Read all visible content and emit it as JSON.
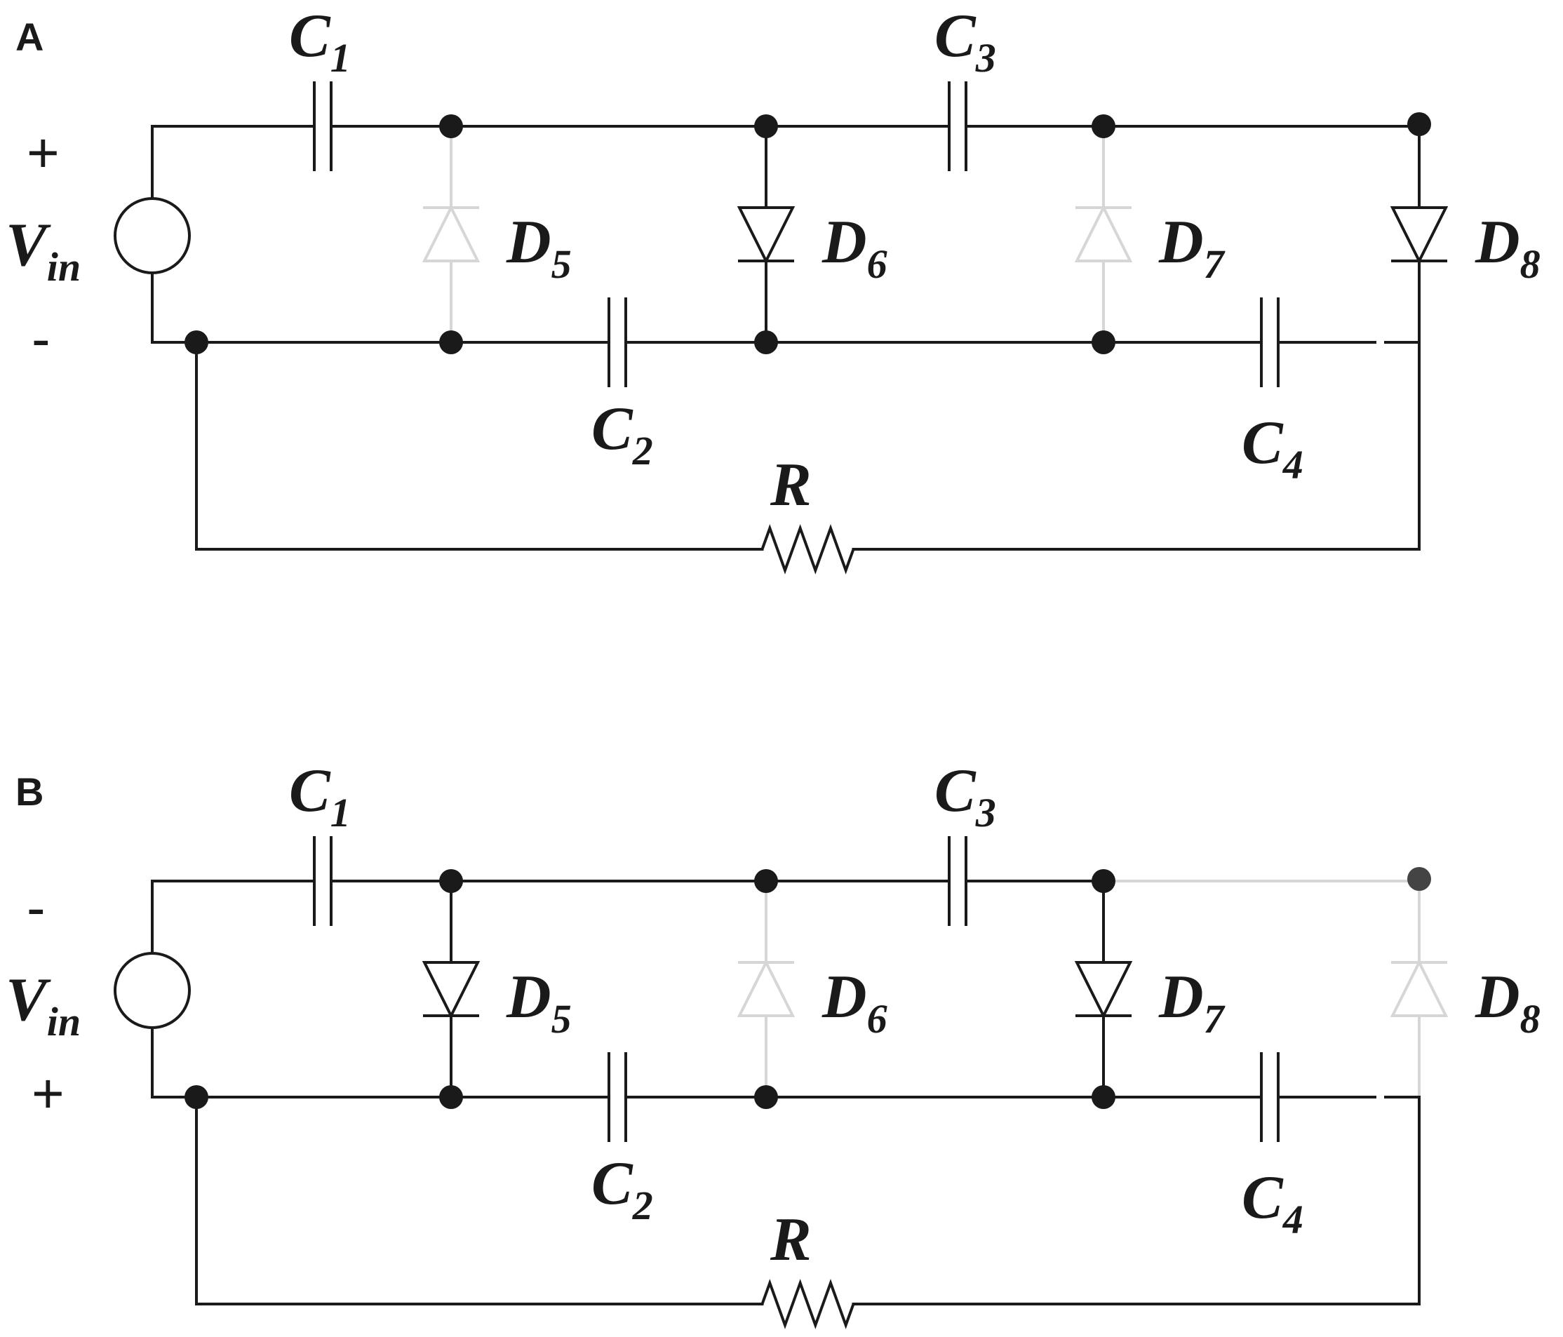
{
  "colors": {
    "active": "#1a1a1a",
    "inactive": "#d6d6d6",
    "background": "#ffffff"
  },
  "panels": [
    {
      "label": "A",
      "polarity_top": "+",
      "polarity_bottom": "-",
      "source": {
        "main": "V",
        "sub": "in"
      },
      "capacitors": [
        {
          "main": "C",
          "sub": "1"
        },
        {
          "main": "C",
          "sub": "2"
        },
        {
          "main": "C",
          "sub": "3"
        },
        {
          "main": "C",
          "sub": "4"
        }
      ],
      "diodes": [
        {
          "main": "D",
          "sub": "5",
          "state": "inactive"
        },
        {
          "main": "D",
          "sub": "6",
          "state": "active"
        },
        {
          "main": "D",
          "sub": "7",
          "state": "inactive"
        },
        {
          "main": "D",
          "sub": "8",
          "state": "active"
        }
      ],
      "resistor": "R",
      "top_right_segment": "active"
    },
    {
      "label": "B",
      "polarity_top": "-",
      "polarity_bottom": "+",
      "source": {
        "main": "V",
        "sub": "in"
      },
      "capacitors": [
        {
          "main": "C",
          "sub": "1"
        },
        {
          "main": "C",
          "sub": "2"
        },
        {
          "main": "C",
          "sub": "3"
        },
        {
          "main": "C",
          "sub": "4"
        }
      ],
      "diodes": [
        {
          "main": "D",
          "sub": "5",
          "state": "active"
        },
        {
          "main": "D",
          "sub": "6",
          "state": "inactive"
        },
        {
          "main": "D",
          "sub": "7",
          "state": "active"
        },
        {
          "main": "D",
          "sub": "8",
          "state": "inactive"
        }
      ],
      "resistor": "R",
      "top_right_segment": "inactive"
    }
  ]
}
